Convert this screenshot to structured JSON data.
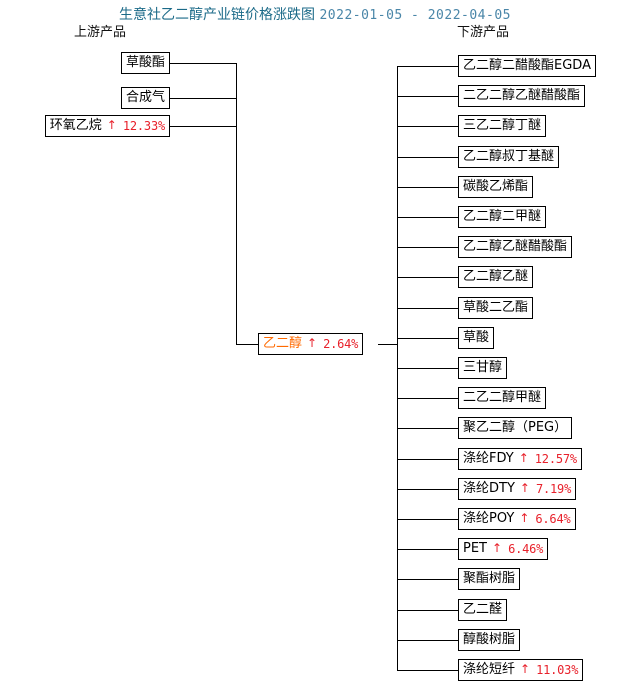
{
  "title": {
    "main": "生意社乙二醇产业链价格涨跌图",
    "dates": "2022-01-05 - 2022-04-05"
  },
  "headers": {
    "upstream": "上游产品",
    "downstream": "下游产品"
  },
  "colors": {
    "title": "#1b6a88",
    "dates": "#4a86a8",
    "center_node_text": "#ff6a00",
    "change_up": "#e8212b",
    "box_border": "#000000",
    "background": "#ffffff"
  },
  "center": {
    "name": "乙二醇",
    "arrow": "↑",
    "change": "2.64%"
  },
  "upstream": [
    {
      "name": "草酸酯",
      "arrow": "",
      "change": ""
    },
    {
      "name": "合成气",
      "arrow": "",
      "change": ""
    },
    {
      "name": "环氧乙烷",
      "arrow": "↑",
      "change": "12.33%"
    }
  ],
  "downstream": [
    {
      "name": "乙二醇二醋酸酯EGDA",
      "arrow": "",
      "change": ""
    },
    {
      "name": "二乙二醇乙醚醋酸酯",
      "arrow": "",
      "change": ""
    },
    {
      "name": "三乙二醇丁醚",
      "arrow": "",
      "change": ""
    },
    {
      "name": "乙二醇叔丁基醚",
      "arrow": "",
      "change": ""
    },
    {
      "name": "碳酸乙烯酯",
      "arrow": "",
      "change": ""
    },
    {
      "name": "乙二醇二甲醚",
      "arrow": "",
      "change": ""
    },
    {
      "name": "乙二醇乙醚醋酸酯",
      "arrow": "",
      "change": ""
    },
    {
      "name": "乙二醇乙醚",
      "arrow": "",
      "change": ""
    },
    {
      "name": "草酸二乙酯",
      "arrow": "",
      "change": ""
    },
    {
      "name": "草酸",
      "arrow": "",
      "change": ""
    },
    {
      "name": "三甘醇",
      "arrow": "",
      "change": ""
    },
    {
      "name": "二乙二醇甲醚",
      "arrow": "",
      "change": ""
    },
    {
      "name": "聚乙二醇（PEG）",
      "arrow": "",
      "change": ""
    },
    {
      "name": "涤纶FDY",
      "arrow": "↑",
      "change": "12.57%"
    },
    {
      "name": "涤纶DTY",
      "arrow": "↑",
      "change": "7.19%"
    },
    {
      "name": "涤纶POY",
      "arrow": "↑",
      "change": "6.64%"
    },
    {
      "name": "PET",
      "arrow": "↑",
      "change": "6.46%"
    },
    {
      "name": "聚酯树脂",
      "arrow": "",
      "change": ""
    },
    {
      "name": "乙二醛",
      "arrow": "",
      "change": ""
    },
    {
      "name": "醇酸树脂",
      "arrow": "",
      "change": ""
    },
    {
      "name": "涤纶短纤",
      "arrow": "↑",
      "change": "11.03%"
    }
  ],
  "chart_data": {
    "type": "diagram",
    "title": "生意社乙二醇产业链价格涨跌图",
    "period_start": "2022-01-05",
    "period_end": "2022-04-05",
    "center_product": "乙二醇",
    "center_change_pct": 2.64,
    "upstream_changes": [
      {
        "product": "草酸酯",
        "change_pct": null
      },
      {
        "product": "合成气",
        "change_pct": null
      },
      {
        "product": "环氧乙烷",
        "change_pct": 12.33
      }
    ],
    "downstream_changes": [
      {
        "product": "乙二醇二醋酸酯EGDA",
        "change_pct": null
      },
      {
        "product": "二乙二醇乙醚醋酸酯",
        "change_pct": null
      },
      {
        "product": "三乙二醇丁醚",
        "change_pct": null
      },
      {
        "product": "乙二醇叔丁基醚",
        "change_pct": null
      },
      {
        "product": "碳酸乙烯酯",
        "change_pct": null
      },
      {
        "product": "乙二醇二甲醚",
        "change_pct": null
      },
      {
        "product": "乙二醇乙醚醋酸酯",
        "change_pct": null
      },
      {
        "product": "乙二醇乙醚",
        "change_pct": null
      },
      {
        "product": "草酸二乙酯",
        "change_pct": null
      },
      {
        "product": "草酸",
        "change_pct": null
      },
      {
        "product": "三甘醇",
        "change_pct": null
      },
      {
        "product": "二乙二醇甲醚",
        "change_pct": null
      },
      {
        "product": "聚乙二醇（PEG）",
        "change_pct": null
      },
      {
        "product": "涤纶FDY",
        "change_pct": 12.57
      },
      {
        "product": "涤纶DTY",
        "change_pct": 7.19
      },
      {
        "product": "涤纶POY",
        "change_pct": 6.64
      },
      {
        "product": "PET",
        "change_pct": 6.46
      },
      {
        "product": "聚酯树脂",
        "change_pct": null
      },
      {
        "product": "乙二醛",
        "change_pct": null
      },
      {
        "product": "醇酸树脂",
        "change_pct": null
      },
      {
        "product": "涤纶短纤",
        "change_pct": 11.03
      }
    ]
  }
}
